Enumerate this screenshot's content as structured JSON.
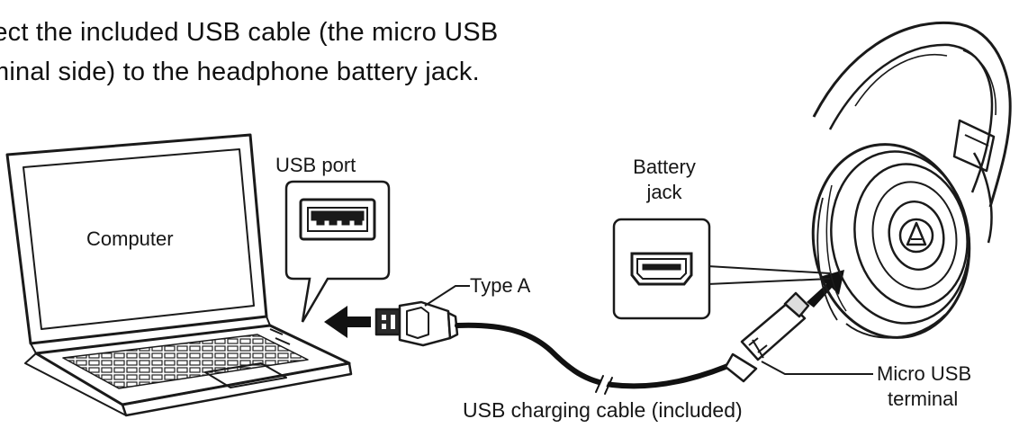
{
  "instruction": {
    "line1": "nect the included USB cable (the micro USB",
    "line2": "minal side) to the headphone battery jack."
  },
  "labels": {
    "usb_port": "USB port",
    "computer": "Computer",
    "battery_jack_line1": "Battery",
    "battery_jack_line2": "jack",
    "type_a": "Type A",
    "micro_usb_line1": "Micro USB",
    "micro_usb_line2": "terminal",
    "cable": "USB charging cable (included)"
  },
  "icons": {
    "laptop": "laptop-icon",
    "usb_port": "usb-port-icon",
    "battery_jack": "micro-usb-jack-icon",
    "headphones": "headphones-icon",
    "usb_a_plug": "usb-a-plug-icon",
    "micro_usb_plug": "micro-usb-plug-icon"
  }
}
